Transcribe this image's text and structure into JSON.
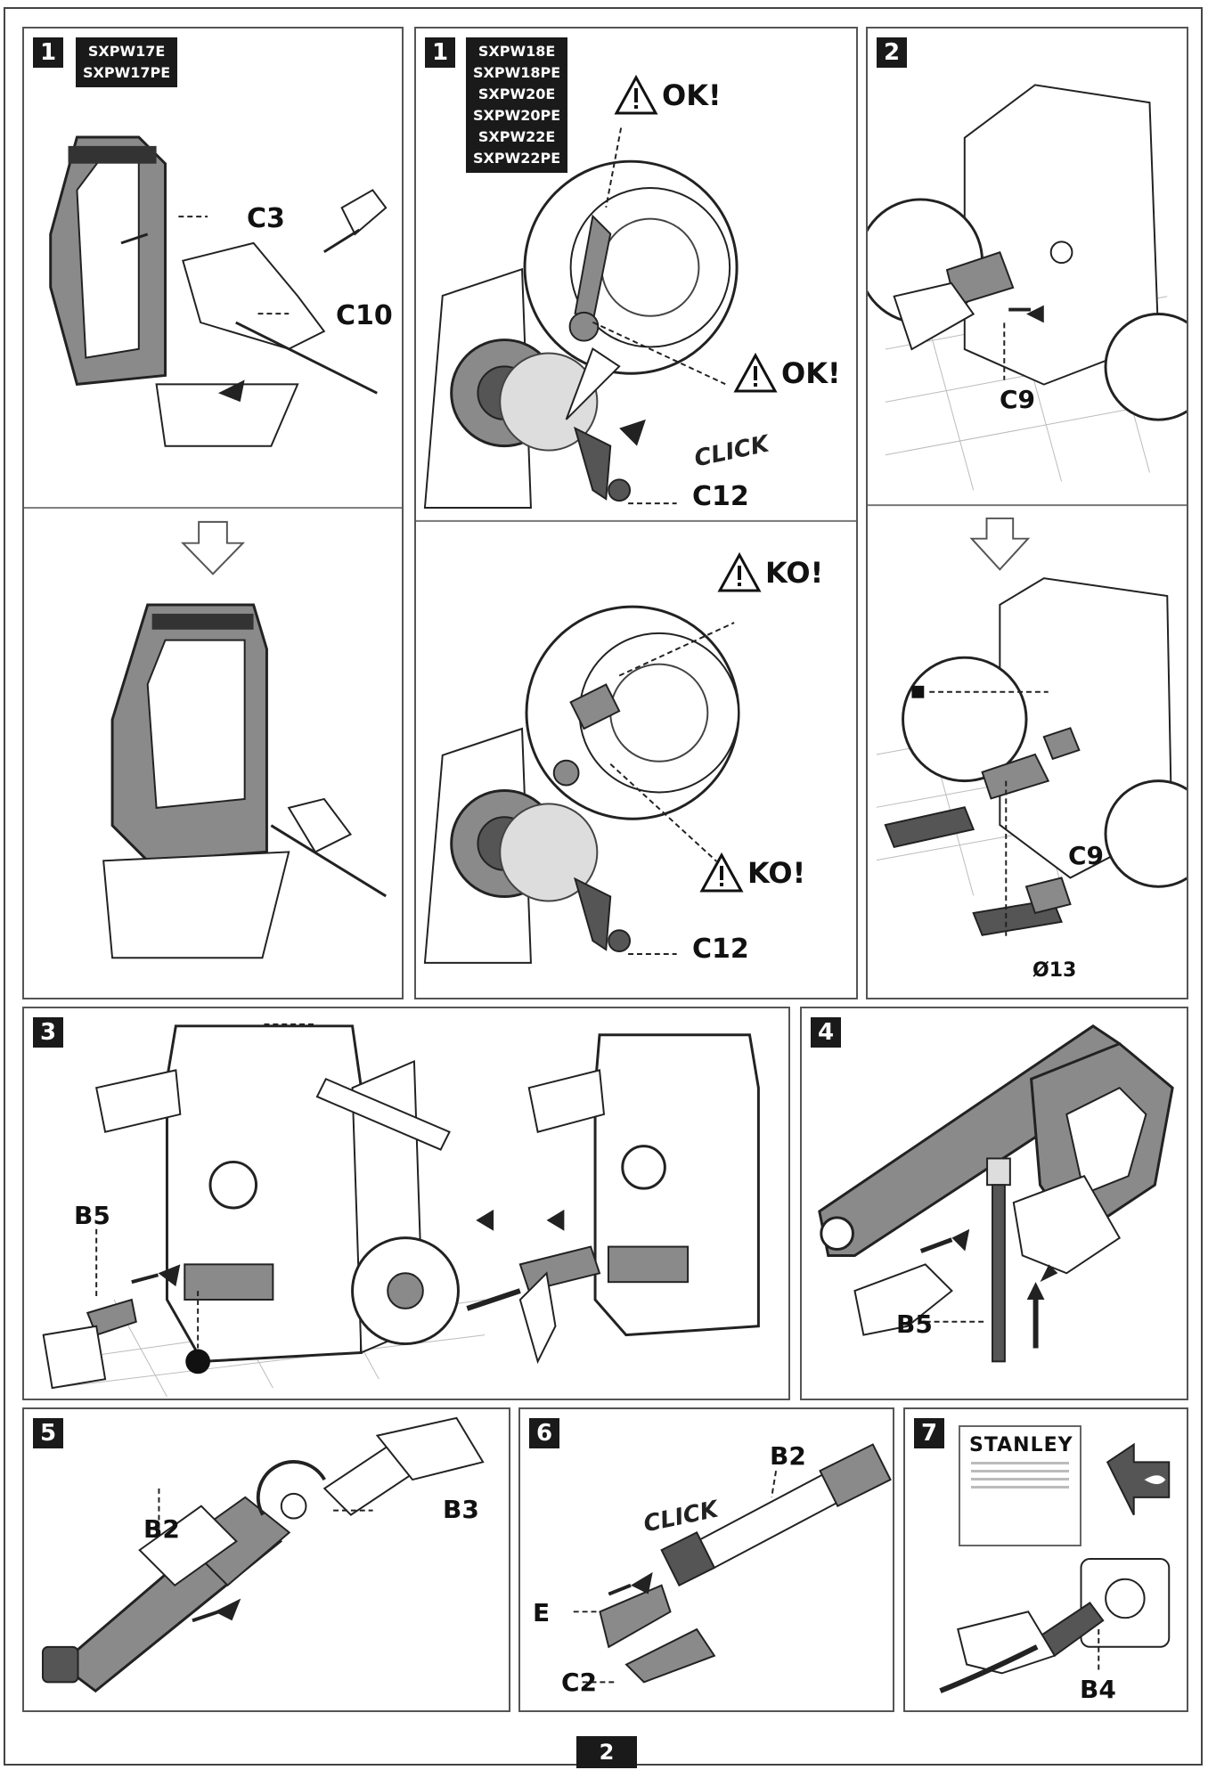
{
  "page": {
    "number": "2"
  },
  "steps": {
    "s1a": {
      "number": "1",
      "models": [
        "SXPW17E",
        "SXPW17PE"
      ],
      "labels": {
        "c3": "C3",
        "c10": "C10"
      }
    },
    "s1b": {
      "number": "1",
      "models": [
        "SXPW18E",
        "SXPW18PE",
        "SXPW20E",
        "SXPW20PE",
        "SXPW22E",
        "SXPW22PE"
      ],
      "ok_top": "OK!",
      "ok_mid": "OK!",
      "ko_top": "KO!",
      "ko_bot": "KO!",
      "click": "CLICK",
      "c12_top": "C12",
      "c12_bot": "C12"
    },
    "s2": {
      "number": "2",
      "c9_top": "C9",
      "c9_bot": "C9",
      "diameter": "Ø13"
    },
    "s3": {
      "number": "3",
      "b5": "B5"
    },
    "s4": {
      "number": "4",
      "b5": "B5"
    },
    "s5": {
      "number": "5",
      "b2": "B2",
      "b3": "B3"
    },
    "s6": {
      "number": "6",
      "b2": "B2",
      "e": "E",
      "c2": "C2",
      "click": "CLICK"
    },
    "s7": {
      "number": "7",
      "brand": "STANLEY",
      "b4": "B4"
    }
  },
  "colors": {
    "ink": "#111111",
    "body_gray": "#8a8a8a",
    "dark_gray": "#555555",
    "label_bg": "#1a1a1a",
    "border": "#555555"
  },
  "icons": [
    "warning-triangle-icon",
    "down-arrow-icon",
    "eye-icon"
  ]
}
